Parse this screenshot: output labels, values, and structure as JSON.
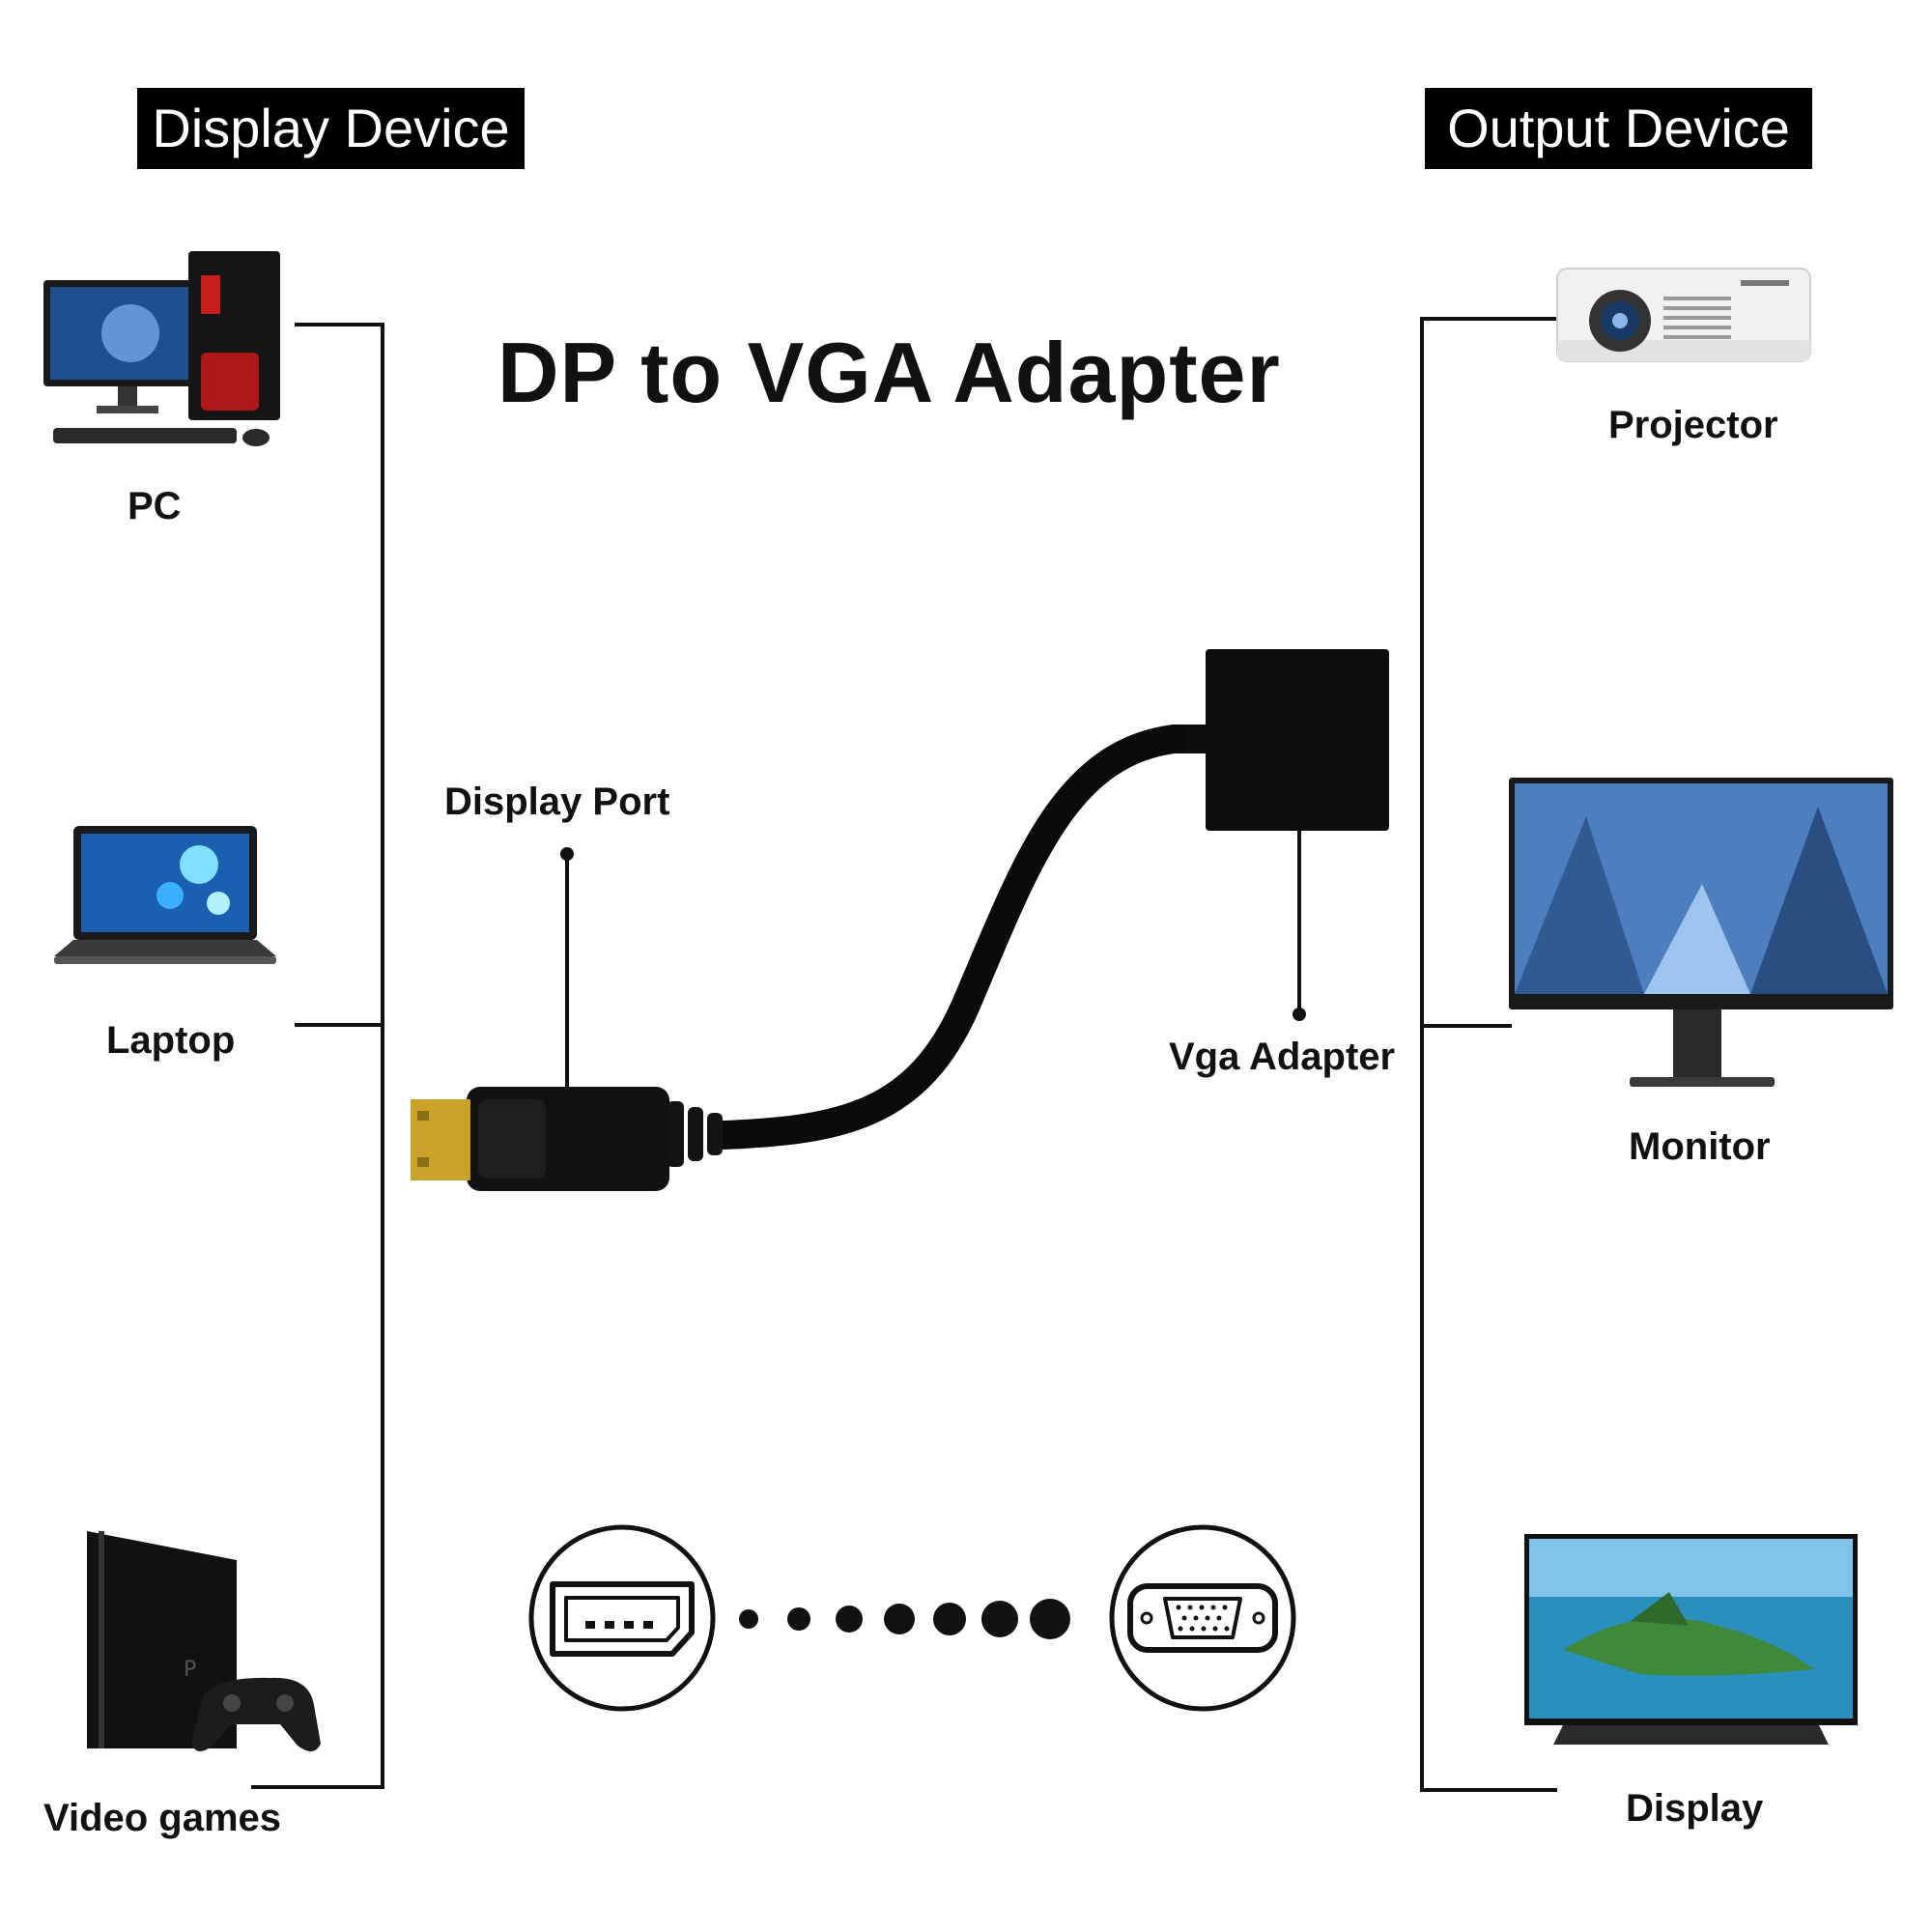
{
  "title": "DP to VGA Adapter",
  "left_header": "Display Device",
  "right_header": "Output Device",
  "sources": [
    {
      "label": "PC",
      "icon": "desktop-pc-icon"
    },
    {
      "label": "Laptop",
      "icon": "laptop-icon"
    },
    {
      "label": "Video games",
      "icon": "game-console-icon"
    }
  ],
  "outputs": [
    {
      "label": "Projector",
      "icon": "projector-icon"
    },
    {
      "label": "Monitor",
      "icon": "monitor-icon"
    },
    {
      "label": "Display",
      "icon": "tv-display-icon"
    }
  ],
  "callouts": {
    "display_port": "Display Port",
    "vga_adapter": "Vga Adapter"
  },
  "port_icons": {
    "left": "displayport-port-icon",
    "right": "vga-port-icon"
  },
  "colors": {
    "header_bg": "#000000",
    "header_text": "#ffffff",
    "connector_gold": "#c9a227",
    "cable": "#0a0a0a"
  }
}
